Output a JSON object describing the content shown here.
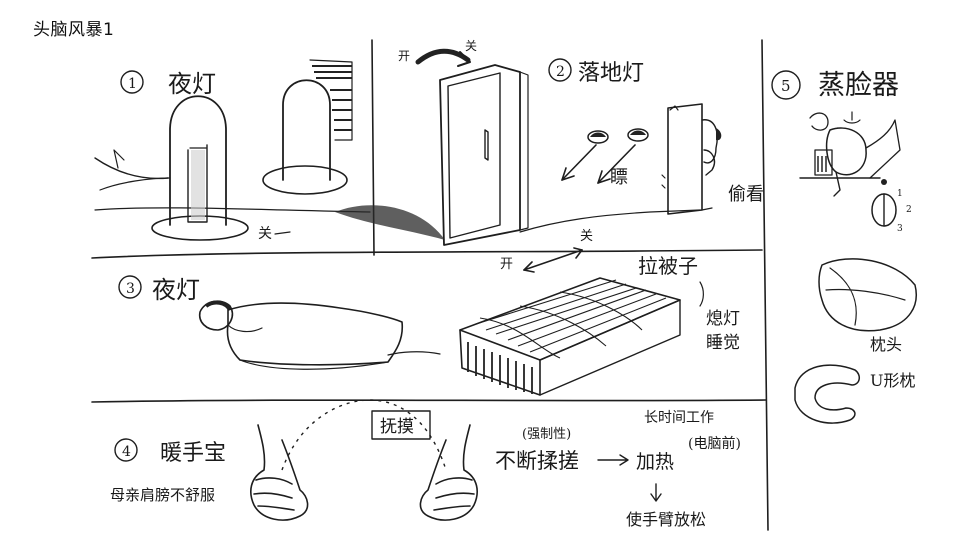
{
  "page_title": "头脑风暴1",
  "sections": {
    "night_light_1": {
      "number": "1",
      "title": "夜灯",
      "off_label": "关"
    },
    "floor_lamp": {
      "number": "2",
      "title": "落地灯",
      "open_label": "开",
      "close_label": "关",
      "glance_label": "瞟",
      "peek_label": "偷看"
    },
    "night_light_3": {
      "number": "3",
      "title": "夜灯",
      "pull_label": "拉被子",
      "off_light_label": "熄灯",
      "sleep_label": "睡觉",
      "open_label": "开",
      "close_label": "关"
    },
    "hand_warmer": {
      "number": "4",
      "title": "暖手宝",
      "caress_label": "抚摸",
      "shoulder_label": "母亲肩膀不舒服",
      "forced_label": "(强制性)",
      "rub_label": "不断揉搓",
      "heat_label": "加热",
      "long_work_label": "长时间工作",
      "computer_label": "(电脑前)",
      "relax_label": "使手臂放松"
    },
    "steamer": {
      "number": "5",
      "title": "蒸脸器",
      "pillow_label": "枕头",
      "u_pillow_label": "U形枕",
      "dial_1": "1",
      "dial_2": "2",
      "dial_3": "3"
    }
  }
}
